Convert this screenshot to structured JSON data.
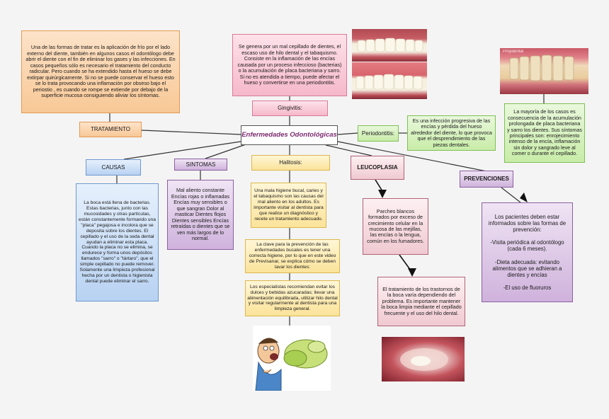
{
  "central": {
    "title": "Enfermedades Odontológicas"
  },
  "tratamiento": {
    "label": "TRATAMIENTO",
    "text": "Una de las formas de tratar es la aplicación de frío por el lado externo del diente, también en algunos casos el odontólogo debe abrir el diente con el fin de eliminar los gases y las infecciones. En casos pequeños sólo es necesario el tratamiento del conducto radicular. Pero cuando se ha extendido hasta el hueso se debe extirpar quirúrgicamente. Si no se puede conservar el hueso esto se lo trata provocando una inflamación por obseso bajo el periostio , es cuando se rompe se extiende por debajo de la superficie mucosa consiguiendo aliviar los síntomas."
  },
  "gingivitis": {
    "label": "Gingivitis:",
    "text": "Se genera por un mal cepillado de dientes, el escaso uso de hilo dental y el tabaquismo. Consiste en la inflamación de las encías causada por un proceso infeccioso (bacterias) o la acumulación de placa bacteriana y sarro. Si no es atendida a tiempo, puede afectar el hueso y convertirse en una periodontitis."
  },
  "periodontitis": {
    "label": "Periodontitis:",
    "text": "Es una infección progresiva de las encías y pérdida del hueso alrededor del diente, lo que provoca que el desprendimiento de las piezas dentales.",
    "detail": "La mayoría de los casos es consecuencia de la acumulación prolongada de placa bacteriana y sarro   los dientes. Sus síntomas principales son: enrojecimiento intenso de la encía, inflamación sin dolor y sangrado leve al comer o durante el cepillado.",
    "image_caption": "Propdental"
  },
  "causas": {
    "label": "CAUSAS",
    "text": "La boca está llena de bacterias. Estas bacterias, junto con las mucosidades y otras partículas, están constantemente formando una \"placa\" pegajosa e incolora que se deposita sobre los dientes. El cepillado y el uso de la seda dental ayudan a eliminar esta placa. Cuando la placa no se elimina, se endurece y forma unos depósitos llamados \"sarro\" o \"tártaro\", que el simple cepillado no puede remover. Solamente una limpieza profesional hecha por un dentista o higienista dental puede eliminar el sarro."
  },
  "sintomas": {
    "label": "SINTOMAS",
    "text": "Mal aliento constante Encías rojas o inflamadas Encías muy sensibles o que sangran Dolor al masticar Dientes flojos Dientes sensibles Encías retraídas o dientes que se ven más largos de lo normal."
  },
  "halitosis": {
    "label": "Halitosis:",
    "text1": "Una mala higiene bucal, caries y el tabaquismo son las causas del mal aliento en los adultos. Es importante visitar al dentista para que realice un diagnóstico y recete un tratamiento adecuado.",
    "text2": "La clave para la prevención de las enfermedades bucales es tener una correcta higiene, por lo que en este video de Previsanar, se explica cómo se deben lavar los dientes:",
    "text3": "Los especialistas recomiendan evitar los dulces y bebidas azucaradas; llevar una alimentación equilibrada, utilizar hilo dental y visitar regularmente al dentista para una limpieza general."
  },
  "leucoplasia": {
    "label": "LEUCOPLASIA",
    "text1": "Parches blancos formados por exceso de crecimiento celular en la mucosa de las mejillas, las encías o la lengua, común en los fumadores.",
    "text2": "El tratamiento de los trastornos de la boca varía dependiendo del problema. Es importante mantener la boca limpia mediante el cepillado frecuente y el uso del hilo dental."
  },
  "prevenciones": {
    "label": "PREVENCIONES",
    "intro": "Los pacientes deben estar informados sobre las formas de prevención:",
    "item1": "-Visita periódica al odontólogo (cada 6 meses).",
    "item2": "-Dieta adecuada: evitando alimentos que se adhieran a dientes y encías",
    "item3": "-El uso de fluoruros"
  },
  "colors": {
    "orange": "#f8c896",
    "pink": "#f6b8cb",
    "green": "#c8eca8",
    "blue": "#b8d2f2",
    "purple": "#cfb2dc",
    "yellow": "#fbe39a",
    "rose": "#f0c9d1"
  }
}
